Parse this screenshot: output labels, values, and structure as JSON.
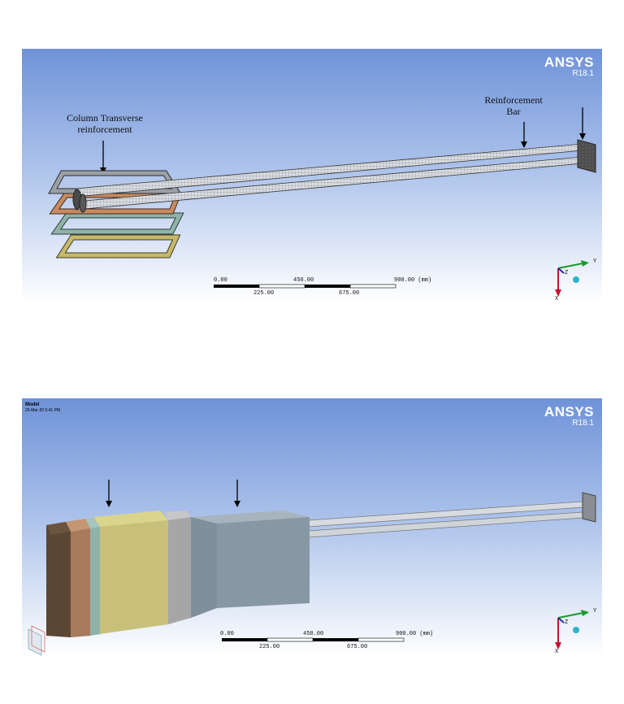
{
  "brand": {
    "name": "ANSYS",
    "version": "R18.1"
  },
  "viewport_top": {
    "annotations": {
      "transverse": "Column Transverse reinforcement",
      "bar": "Reinforcement Bar"
    },
    "scale": {
      "ticks_top": [
        "0.00",
        "450.00",
        "900.00 (mm)"
      ],
      "ticks_bottom": [
        "225.00",
        "675.00"
      ]
    },
    "triad": {
      "x_label": "X",
      "y_label": "Y",
      "z_label": "Z"
    }
  },
  "viewport_bottom": {
    "model_title": "Model",
    "model_date": "25-Mar-20 5:41 PM",
    "scale": {
      "ticks_top": [
        "0.00",
        "450.00",
        "900.00 (mm)"
      ],
      "ticks_bottom": [
        "225.00",
        "675.00"
      ]
    },
    "triad": {
      "x_label": "X",
      "y_label": "Y",
      "z_label": "Z"
    }
  },
  "colors": {
    "bg_top": "#6f93d8",
    "hoop_gray": "#9aa0a6",
    "hoop_orange": "#c98a5e",
    "hoop_teal": "#8fb3a9",
    "hoop_yellow": "#c8b86a",
    "block_brown": "#a77b5c",
    "block_yellow": "#c8c07a",
    "block_gray": "#a6a6a6",
    "block_slate": "#7f94a3"
  }
}
